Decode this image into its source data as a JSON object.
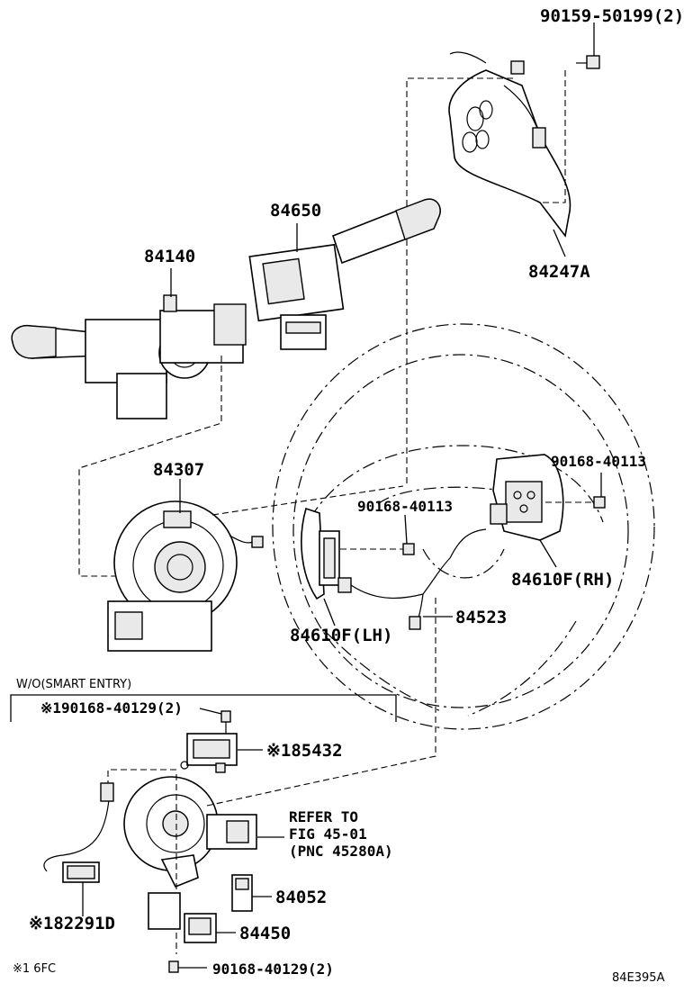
{
  "parts": {
    "p90159": "90159-50199(2)",
    "p84247A": "84247A",
    "p84650": "84650",
    "p84140": "84140",
    "p84307": "84307",
    "p90168_rh": "90168-40113",
    "p90168_lh": "90168-40113",
    "p84610F_rh": "84610F(RH)",
    "p84610F_lh": "84610F(LH)",
    "p84523": "84523",
    "p90168_40129_top": "※190168-40129(2)",
    "p85432": "※185432",
    "p84052": "84052",
    "p84450": "84450",
    "p82291D": "※182291D",
    "p90168_40129_bottom": "90168-40129(2)"
  },
  "refer": {
    "line1": "REFER TO",
    "line2": "FIG 45-01",
    "line3": "(PNC 45280A)"
  },
  "box_label": "W/O(SMART ENTRY)",
  "footnote": "※1 6FC",
  "figure_code": "84E395A"
}
